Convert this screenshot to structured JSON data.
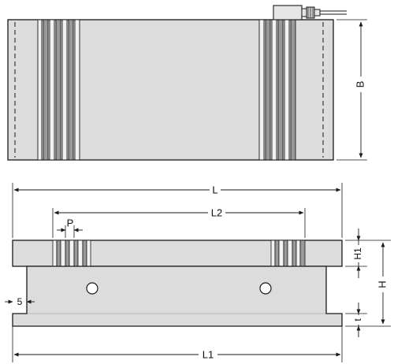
{
  "drawing": {
    "colors": {
      "outline": "#1a1a1a",
      "body_fill": "#dcdcdc",
      "stripe_dark": "#9a9a9a",
      "stripe_light": "#f2f2f2",
      "background": "#ffffff"
    },
    "labels": {
      "B": "B",
      "L": "L",
      "L1": "L1",
      "L2": "L2",
      "P": "P",
      "H": "H",
      "H1": "H1",
      "t": "t",
      "five": "5"
    }
  }
}
